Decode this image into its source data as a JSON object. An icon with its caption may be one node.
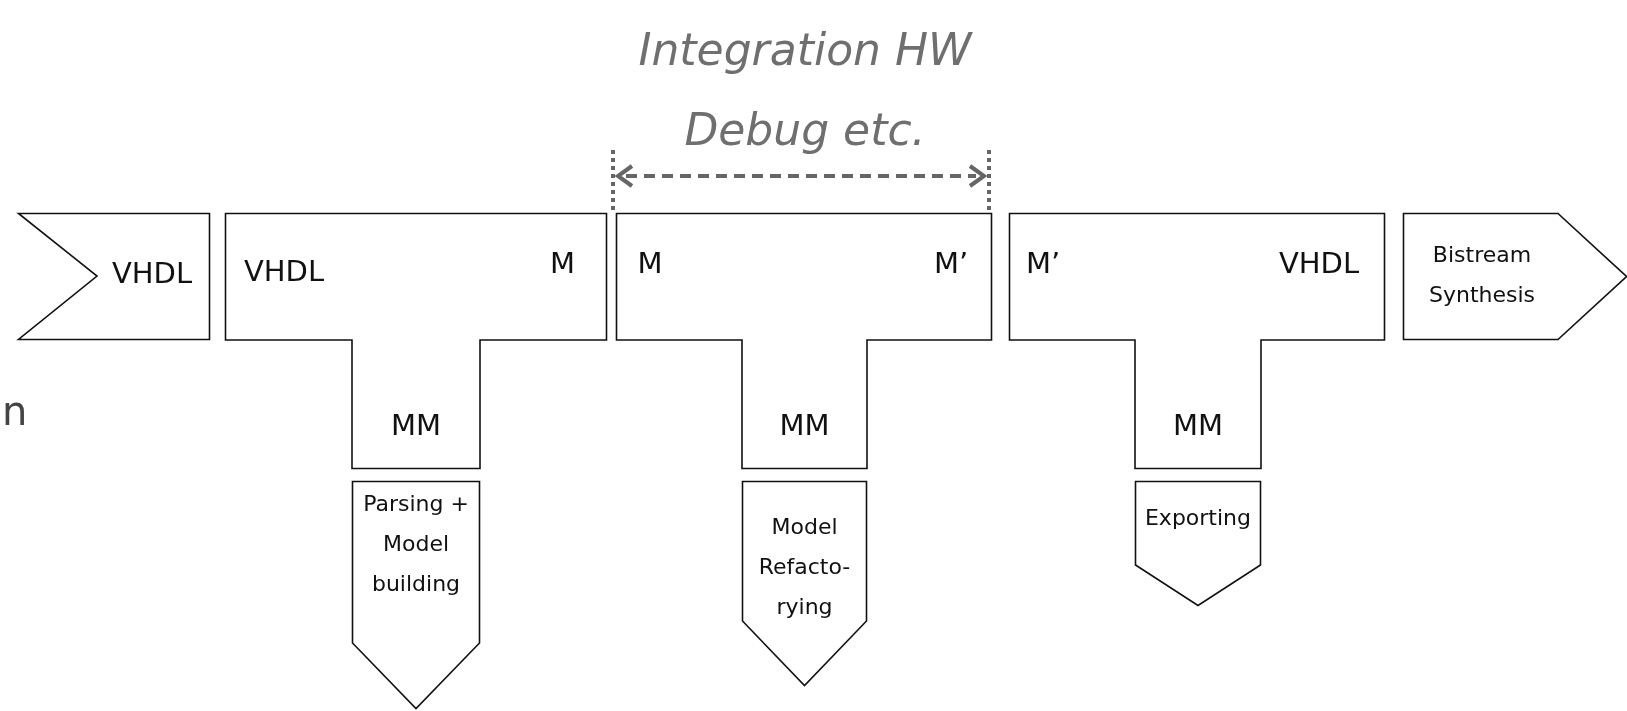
{
  "diagram": {
    "nodes": [
      {
        "text": [
          "VHDL"
        ]
      },
      {
        "text": [
          "VHDL",
          "M",
          "MM"
        ]
      },
      {
        "text": [
          "Parsing + Model building"
        ]
      },
      {
        "text": [
          "M",
          "M’",
          "MM"
        ]
      },
      {
        "text": [
          "Model Refacto- rying"
        ]
      },
      {
        "text": [
          "M’",
          "VHDL",
          "MM"
        ]
      },
      {
        "text": [
          "Exporting"
        ]
      },
      {
        "text": [
          "Bistream Synthesis"
        ]
      }
    ],
    "edges": [],
    "labels": [
      "Integration HW Debug etc.",
      "n"
    ]
  }
}
